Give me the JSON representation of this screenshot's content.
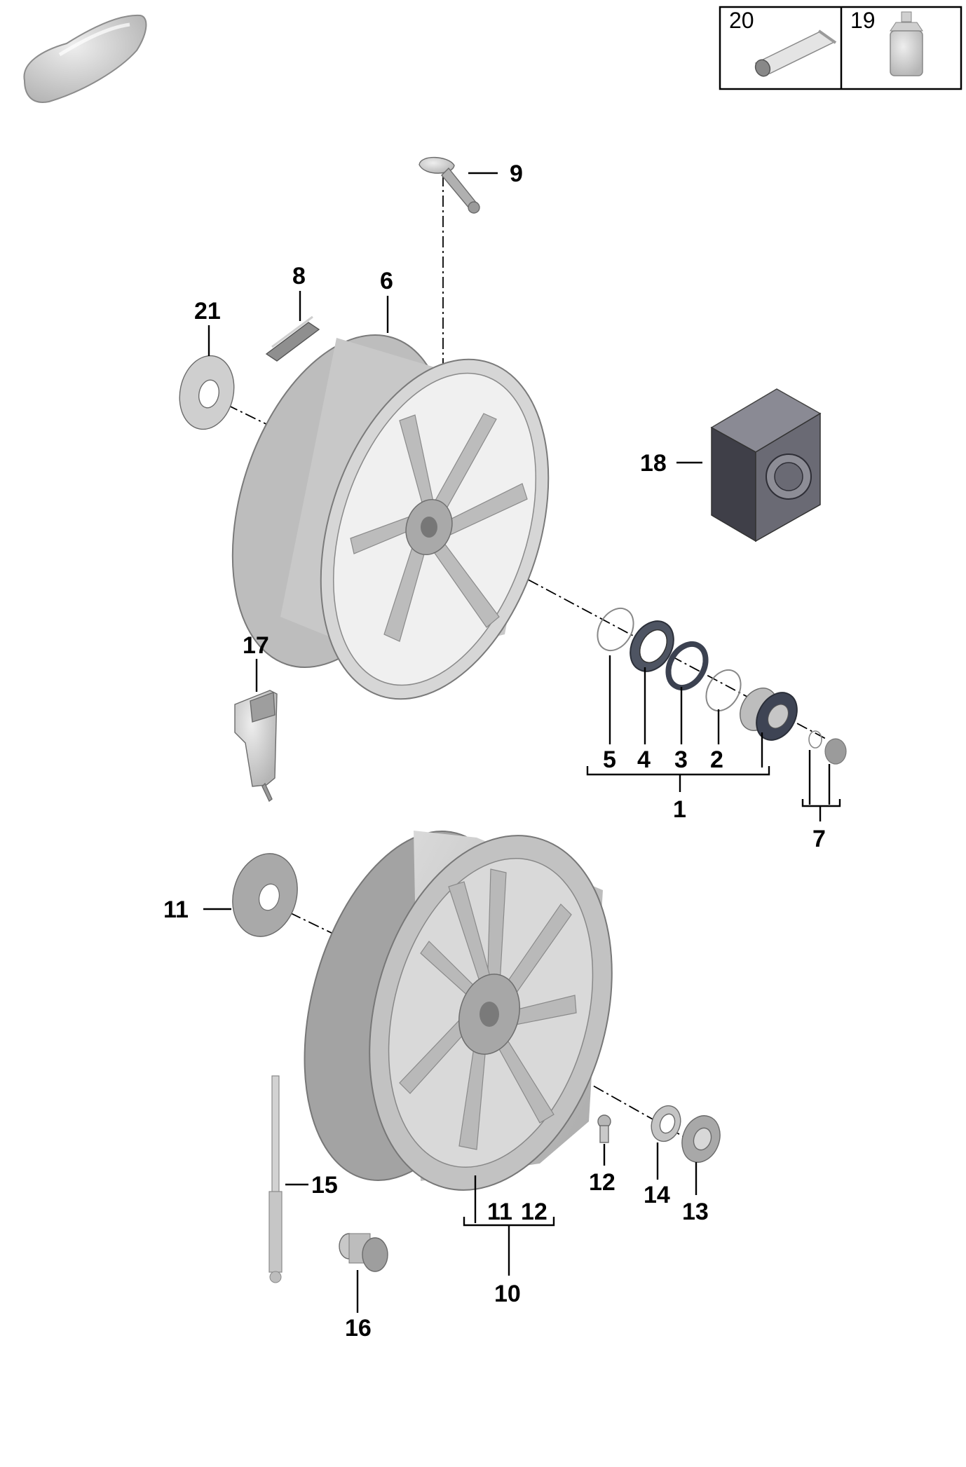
{
  "diagram": {
    "callouts": {
      "c1": "1",
      "c2": "2",
      "c3": "3",
      "c4": "4",
      "c5": "5",
      "c6": "6",
      "c7": "7",
      "c8": "8",
      "c9": "9",
      "c10": "10",
      "c11": "11",
      "c11b": "11",
      "c12": "12",
      "c12b": "12",
      "c13": "13",
      "c14": "14",
      "c15": "15",
      "c16": "16",
      "c17": "17",
      "c18": "18",
      "c19": "19",
      "c20": "20",
      "c21": "21"
    },
    "colors": {
      "part_fill": "#c8c8c8",
      "part_dark": "#9a9a9a",
      "part_light": "#e6e6e6",
      "module_dark": "#55555e",
      "ring_dark": "#3b4150"
    }
  }
}
